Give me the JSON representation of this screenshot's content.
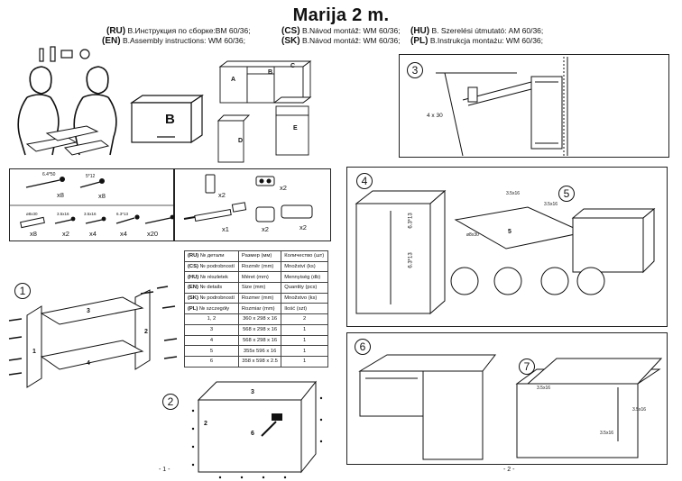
{
  "title": "Marija 2 m.",
  "instructions": [
    {
      "code": "(RU)",
      "text": "B.Инструкция по сборке:BM 60/36;"
    },
    {
      "code": "(CS)",
      "text": "B.Návod montáž: WM 60/36;"
    },
    {
      "code": "(HU)",
      "text": "B. Szerelési útmutató: AM 60/36;"
    },
    {
      "code": "(EN)",
      "text": "B.Assembly instructions: WM 60/36;"
    },
    {
      "code": "(SK)",
      "text": "B.Návod montáž: WM 60/36;"
    },
    {
      "code": "(PL)",
      "text": "B.Instrukcja montażu: WM 60/36;"
    }
  ],
  "overview": {
    "main_label": "B",
    "cabinet_labels": [
      "A",
      "B",
      "C",
      "D",
      "E"
    ]
  },
  "hardware": {
    "screws": [
      {
        "size": "6.4*50",
        "qty": "x8"
      },
      {
        "size": "5*12",
        "qty": "x8"
      },
      {
        "size": "ø8x30",
        "qty": "x8"
      },
      {
        "size": "3.5x16",
        "qty": "x2"
      },
      {
        "size": "3.5x16",
        "qty": "x4"
      },
      {
        "size": "6.3*13",
        "qty": "x4"
      },
      {
        "size": "",
        "qty": "x20"
      }
    ],
    "fittings": [
      {
        "qty": "x2"
      },
      {
        "qty": "x2"
      },
      {
        "qty": "x1"
      },
      {
        "qty": "x2"
      },
      {
        "qty": "x2"
      }
    ]
  },
  "parts_table": {
    "headers": [
      [
        "(RU)",
        "№ детали",
        "Размер (мм)",
        "Количество (шт)"
      ],
      [
        "(CS)",
        "№ podrobností",
        "Rozměr (mm)",
        "Množství (ks)"
      ],
      [
        "(HU)",
        "№ részletek",
        "Méret (mm)",
        "Mennyiség (db)"
      ],
      [
        "(EN)",
        "№ details",
        "Size (mm)",
        "Quantity (pcs)"
      ],
      [
        "(SK)",
        "№ podrobností",
        "Rozmer (mm)",
        "Množstvo (ks)"
      ],
      [
        "(PL)",
        "№ szczegóły",
        "Rozmiar (mm)",
        "Ilość (szt)"
      ]
    ],
    "rows": [
      [
        "1, 2",
        "360 x 298 x 16",
        "2"
      ],
      [
        "3",
        "568 x 298 x 16",
        "1"
      ],
      [
        "4",
        "568 x 298 x 16",
        "1"
      ],
      [
        "5",
        "355x 596 x 16",
        "1"
      ],
      [
        "6",
        "358 x 598 x 2.5",
        "1"
      ]
    ]
  },
  "steps": {
    "s1": {
      "num": "1",
      "labels": [
        "1",
        "2",
        "3",
        "4"
      ]
    },
    "s2": {
      "num": "2",
      "labels": [
        "3",
        "2",
        "6"
      ]
    },
    "s3": {
      "num": "3",
      "label": "4 x 30"
    },
    "s4": {
      "num": "4",
      "labels": [
        "6.3*13",
        "6.3*13"
      ]
    },
    "s5": {
      "num": "5",
      "labels": [
        "5",
        "3.5x16",
        "3.5x16",
        "ø8x30"
      ]
    },
    "s6": {
      "num": "6"
    },
    "s7": {
      "num": "7",
      "labels": [
        "3.5x16",
        "3.5x16",
        "3.5x16"
      ]
    }
  },
  "page_numbers": [
    "- 1 -",
    "- 2 -"
  ]
}
